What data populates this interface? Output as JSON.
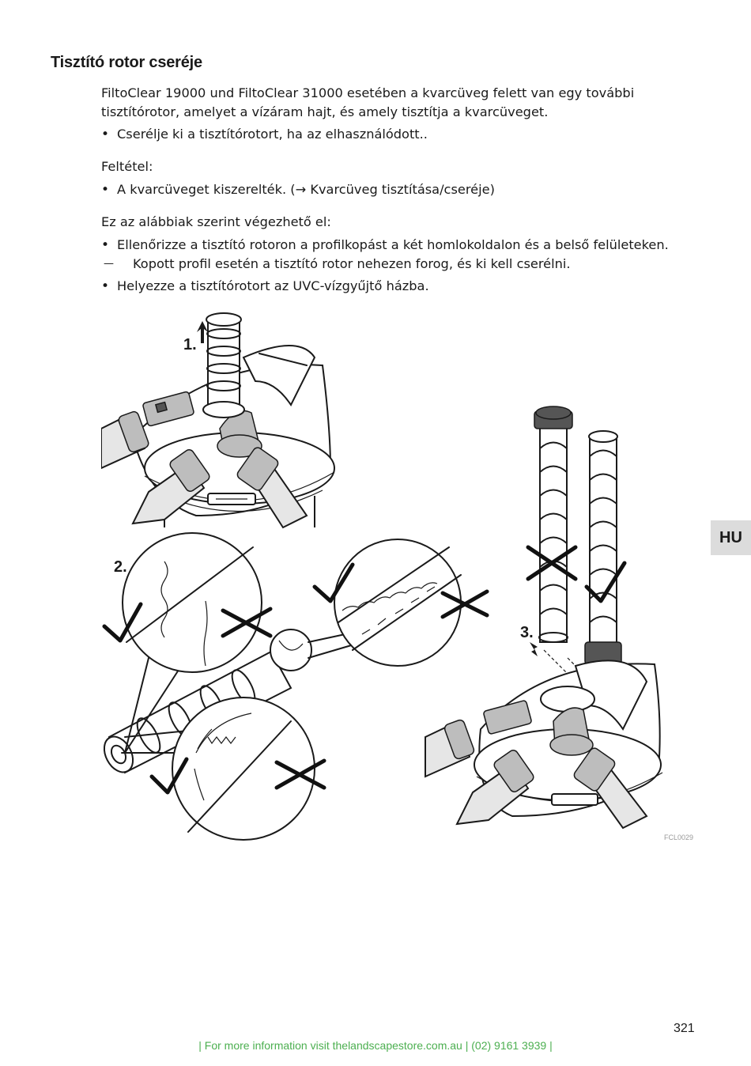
{
  "section": {
    "title": "Tisztító rotor cseréje"
  },
  "intro": {
    "paragraph": "FiltoClear 19000 und FiltoClear 31000 esetében a kvarcüveg felett van egy további tisztítórotor, amelyet a vízáram hajt, és amely tisztítja a kvarcüveget.",
    "bullet": "Cserélje ki a tisztítórotort, ha az elhasználódott.."
  },
  "condition": {
    "label": "Feltétel:",
    "bullet": "A kvarcüveget kiszerelték. (→ Kvarcüveg tisztítása/cseréje)"
  },
  "procedure": {
    "label": "Ez az alábbiak szerint végezhető el:",
    "step1": "Ellenőrizze a tisztító rotoron a profilkopást a két homlokoldalon és a belső felületeken.",
    "step1_sub": "Kopott profil esetén a tisztító rotor nehezen forog, és ki kell cserélni.",
    "step2": "Helyezze a tisztítórotort az UVC-vízgyűjtő házba."
  },
  "figure": {
    "step_labels": [
      "1.",
      "2.",
      "3."
    ],
    "code": "FCL0029"
  },
  "language_tab": "HU",
  "page_number": "321",
  "footer": "| For more information visit thelandscapestore.com.au | (02) 9161 3939 |"
}
